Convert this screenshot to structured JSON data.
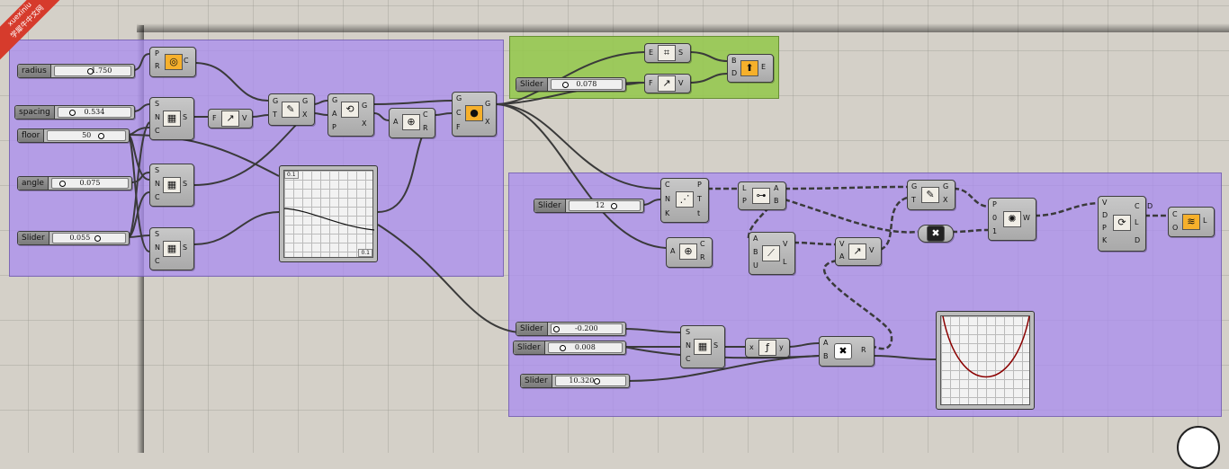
{
  "watermark": {
    "line1": "xuexiniu",
    "line2": "学犀牛中文网"
  },
  "sliders": {
    "radius": {
      "name": "radius",
      "value": "1.750"
    },
    "spacing": {
      "name": "spacing",
      "value": "0.534"
    },
    "floor": {
      "name": "floor",
      "value": "50"
    },
    "angle": {
      "name": "angle",
      "value": "0.075"
    },
    "slider_a": {
      "name": "Slider",
      "value": "0.055"
    },
    "slider_g": {
      "name": "Slider",
      "value": "0.078"
    },
    "slider_12": {
      "name": "Slider",
      "value": "12"
    },
    "slider_neg": {
      "name": "Slider",
      "value": "-0.200"
    },
    "slider_008": {
      "name": "Slider",
      "value": "0.008"
    },
    "slider_320": {
      "name": "Slider",
      "value": "10.320"
    }
  },
  "graph1": {
    "min_label": "0.1",
    "max_label": "0.1"
  },
  "ports": {
    "P": "P",
    "R": "R",
    "C": "C",
    "S": "S",
    "N": "N",
    "F": "F",
    "V": "V",
    "G": "G",
    "T": "T",
    "X": "X",
    "A": "A",
    "E": "E",
    "B": "B",
    "D": "D",
    "L": "L",
    "K": "K",
    "t": "t",
    "U": "U",
    "W": "W",
    "O": "O",
    "0": "0",
    "1": "1",
    "x": "x",
    "y": "y"
  },
  "icons": {
    "graph_mapper": "graph-mapper-icon",
    "bounce": "bounce-icon"
  }
}
